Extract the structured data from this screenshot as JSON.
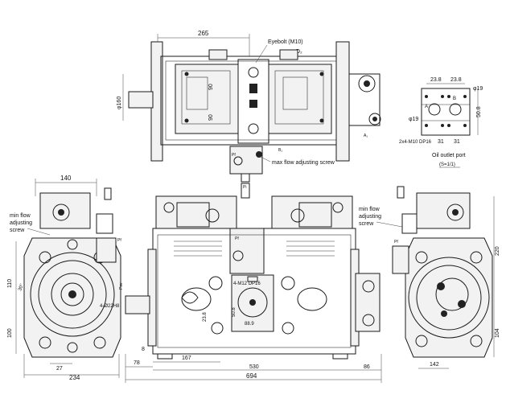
{
  "labels": {
    "eyebolt": "Eyebolt (M10)",
    "d2": "D₂",
    "max_flow": "max flow adjusting screw",
    "min_flow": [
      "min flow",
      "adjusting",
      "screw"
    ],
    "min_flow_right": [
      "min flow",
      "adjusting",
      "screw"
    ],
    "oil_outlet": "Oil outlet port",
    "scale": "(S=1/1)",
    "thread_note": "2x4-M10 DP16",
    "bolt_holes": "4-Ø22H8",
    "body_bolts": "4-M12 DP16",
    "pf": "Pf",
    "pi": "Pi",
    "psv": "Psv",
    "a1": "A₁",
    "b1": "B₁"
  },
  "dimensions": {
    "top_width": "265",
    "shaft_dia": "φ160",
    "d90a": "90",
    "d90b": "90",
    "side_width": "140",
    "d110": "110",
    "d30": "30°",
    "d100": "100",
    "d27": "27",
    "d234": "234",
    "d78": "78",
    "d167": "167",
    "d530": "530",
    "d694": "694",
    "d86": "86",
    "d8": "8",
    "d50_8": "50.8",
    "d23_8": "23.8",
    "d88_9": "88.9",
    "d142": "142",
    "d220": "220",
    "d104": "104",
    "port_23_8a": "23.8",
    "port_23_8b": "23.8",
    "port_19a": "φ19",
    "port_19b": "φ19",
    "port_50_8": "50.8",
    "port_31a": "31",
    "port_31b": "31",
    "port_b": "B",
    "port_a": "A"
  }
}
